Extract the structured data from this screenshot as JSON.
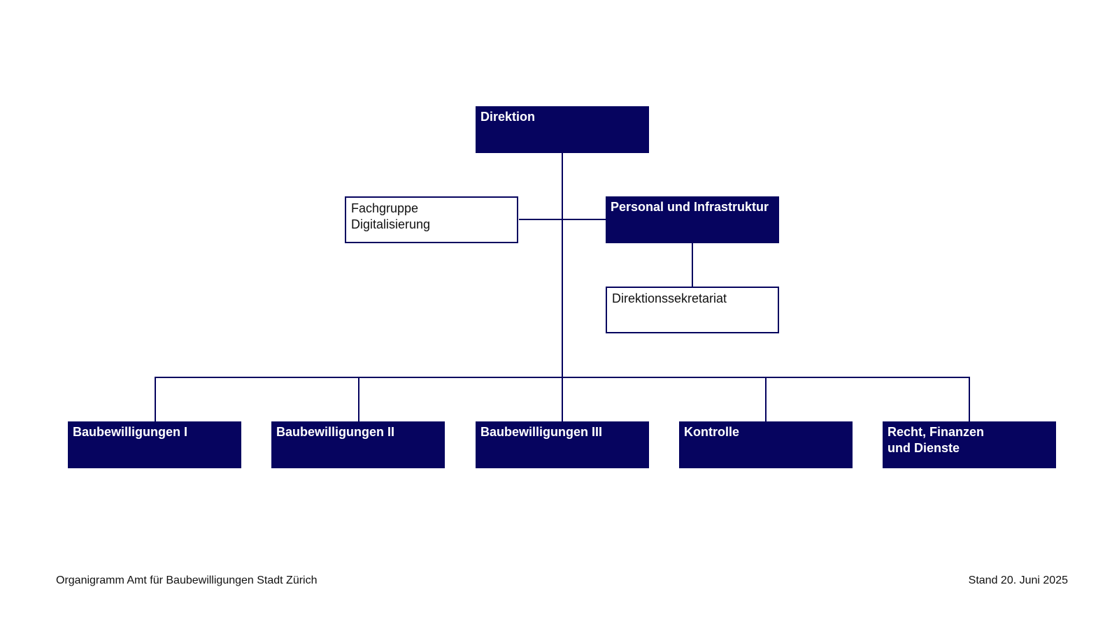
{
  "org": {
    "direktion": "Direktion",
    "fachgruppe": "Fachgruppe\nDigitalisierung",
    "personal": "Personal und Infrastruktur",
    "sekretariat": "Direktionssekretariat",
    "units": [
      "Baubewilligungen I",
      "Baubewilligungen II",
      "Baubewilligungen III",
      "Kontrolle",
      "Recht, Finanzen\nund Dienste"
    ]
  },
  "footer": {
    "title": "Organigramm Amt für Baubewilligungen Stadt Zürich",
    "date": "Stand 20. Juni 2025"
  },
  "colors": {
    "primary": "#06045f",
    "background": "#ffffff"
  }
}
